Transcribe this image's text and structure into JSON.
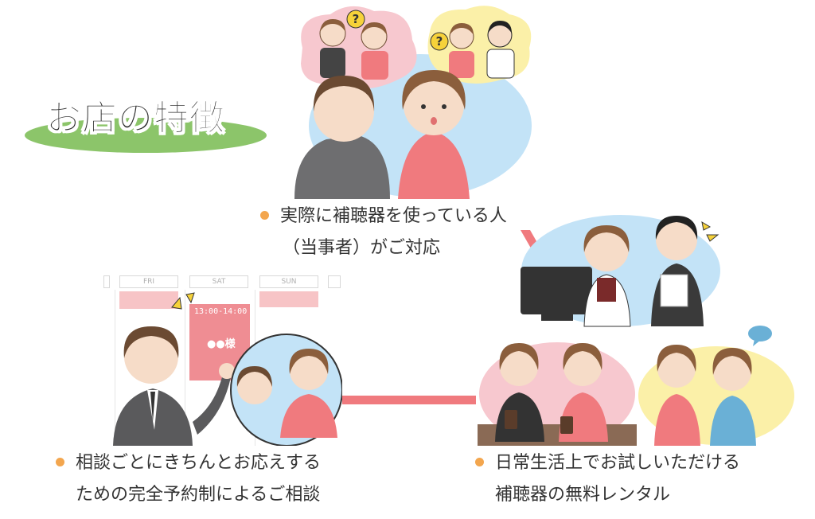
{
  "title": "お店の特徴",
  "features": [
    {
      "line1": "実際に補聴器を使っている人",
      "line2": "（当事者）がご対応"
    },
    {
      "line1": "相談ごとにきちんとお応えする",
      "line2": "ための完全予約制によるご相談"
    },
    {
      "line1": "日常生活上でお試しいただける",
      "line2": "補聴器の無料レンタル"
    }
  ],
  "calendar": {
    "days": [
      "FRI",
      "SAT",
      "SUN"
    ],
    "time_slot": "13:00-14:00",
    "reserved_label": "●●様"
  },
  "colors": {
    "title_accent": "#8cc56a",
    "bullet": "#f3a64e",
    "connector": "#f07a7e",
    "bubble_pink": "#f7c8cf",
    "bubble_yellow": "#fbf0a8",
    "bubble_blue": "#c3e3f7"
  },
  "icons": [
    "question-mark-icon",
    "exclamation-icon",
    "speech-bubble-icon",
    "sparkle-icon"
  ]
}
